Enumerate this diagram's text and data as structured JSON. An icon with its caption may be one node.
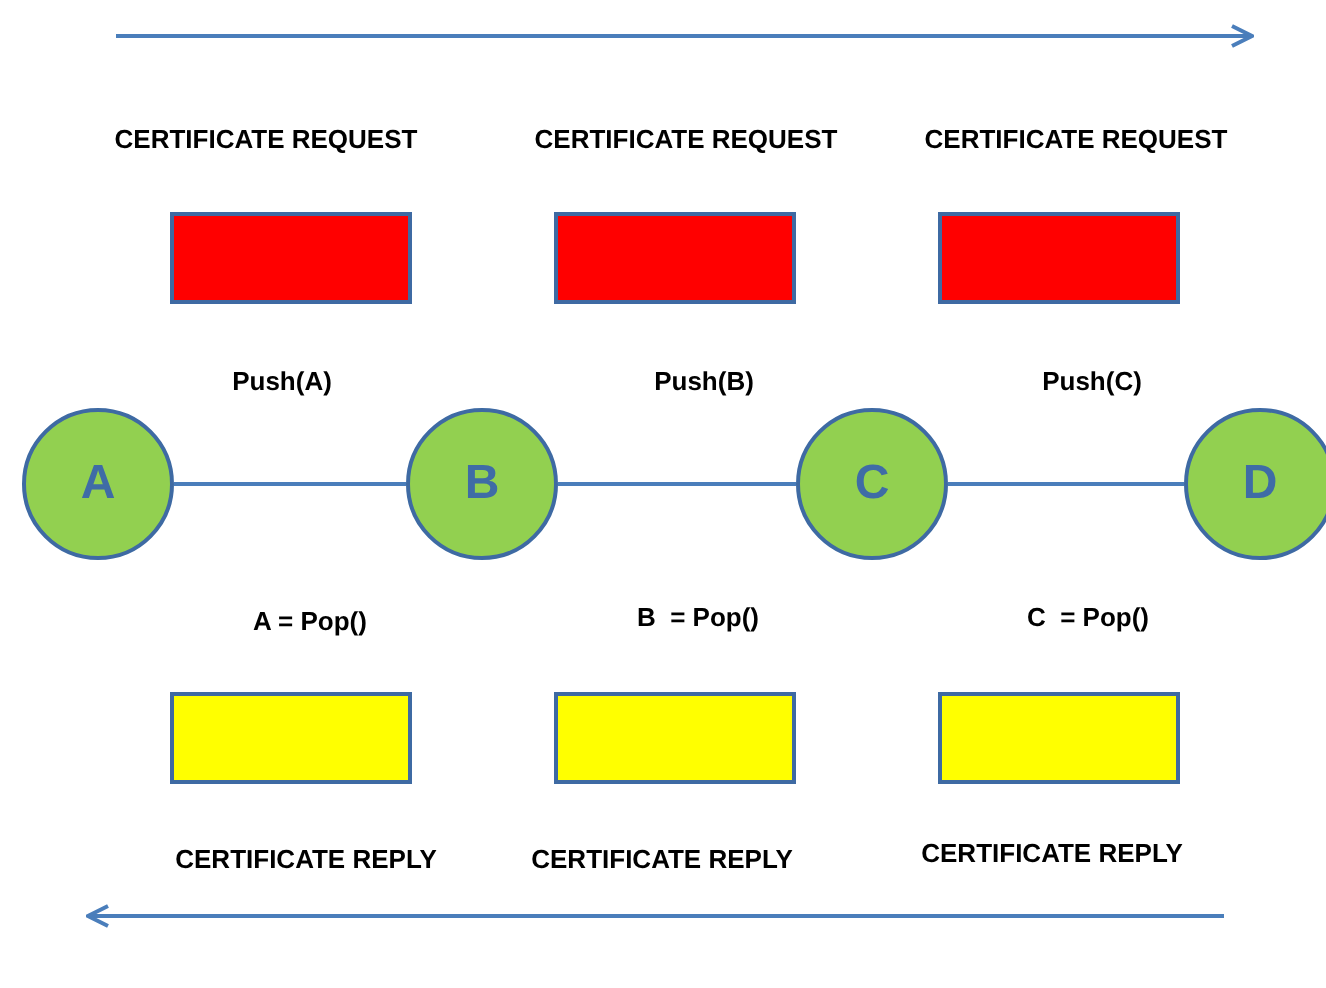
{
  "diagram": {
    "nodes": [
      {
        "text": [
          "A"
        ]
      },
      {
        "text": [
          "B"
        ]
      },
      {
        "text": [
          "C"
        ]
      },
      {
        "text": [
          "D"
        ]
      },
      {
        "text": [
          "CERTIFICATE REQUEST"
        ],
        "beside": [
          "Push(A)"
        ]
      },
      {
        "text": [
          "CERTIFICATE REQUEST"
        ],
        "beside": [
          "Push(B)"
        ]
      },
      {
        "text": [
          "CERTIFICATE REQUEST"
        ],
        "beside": [
          "Push(C)"
        ]
      },
      {
        "text": [
          "CERTIFICATE REPLY"
        ],
        "beside": [
          "A = Pop()"
        ]
      },
      {
        "text": [
          "CERTIFICATE REPLY"
        ],
        "beside": [
          "B  = Pop()"
        ]
      },
      {
        "text": [
          "CERTIFICATE REPLY"
        ],
        "beside": [
          "C  = Pop()"
        ]
      }
    ],
    "edges": [
      {
        "from": 0,
        "to": 1,
        "arrow": "none"
      },
      {
        "from": 1,
        "to": 2,
        "arrow": "none"
      },
      {
        "from": 2,
        "to": 3,
        "arrow": "none"
      }
    ]
  }
}
